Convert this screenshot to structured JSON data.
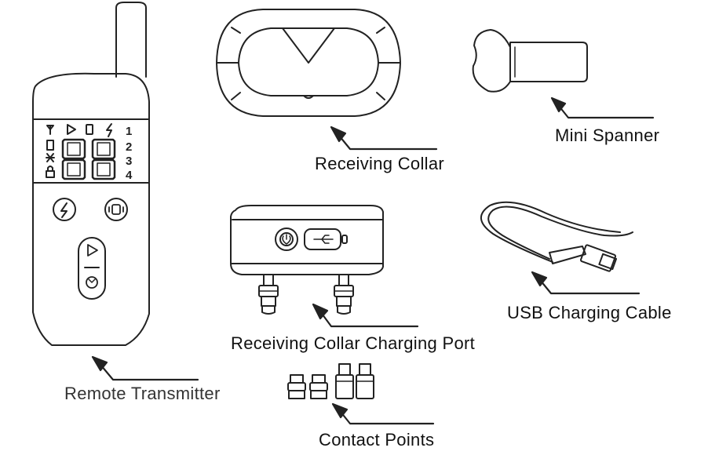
{
  "labels": {
    "remote_transmitter": "Remote Transmitter",
    "receiving_collar": "Receiving Collar",
    "mini_spanner": "Mini Spanner",
    "charging_port": "Receiving Collar Charging Port",
    "usb_cable": "USB Charging Cable",
    "contact_points": "Contact Points"
  },
  "lcd": {
    "levels": [
      "1",
      "2",
      "3",
      "4"
    ]
  },
  "colors": {
    "stroke": "#222222",
    "text": "#111111",
    "background": "#ffffff"
  }
}
